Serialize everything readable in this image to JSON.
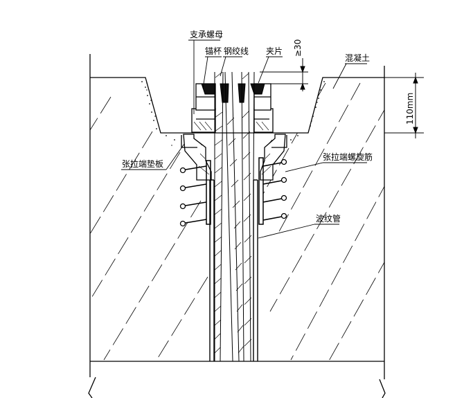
{
  "labels": {
    "support_nut": "支承螺母",
    "anchor_cup": "锚杯",
    "strand": "钢绞线",
    "clip": "夹片",
    "concrete": "混凝土",
    "bearing_plate": "张拉端垫板",
    "spiral_rebar": "张拉端螺旋筋",
    "duct": "波纹管"
  },
  "dimensions": {
    "protrusion": "≥30",
    "pocket_depth": "110mm"
  }
}
